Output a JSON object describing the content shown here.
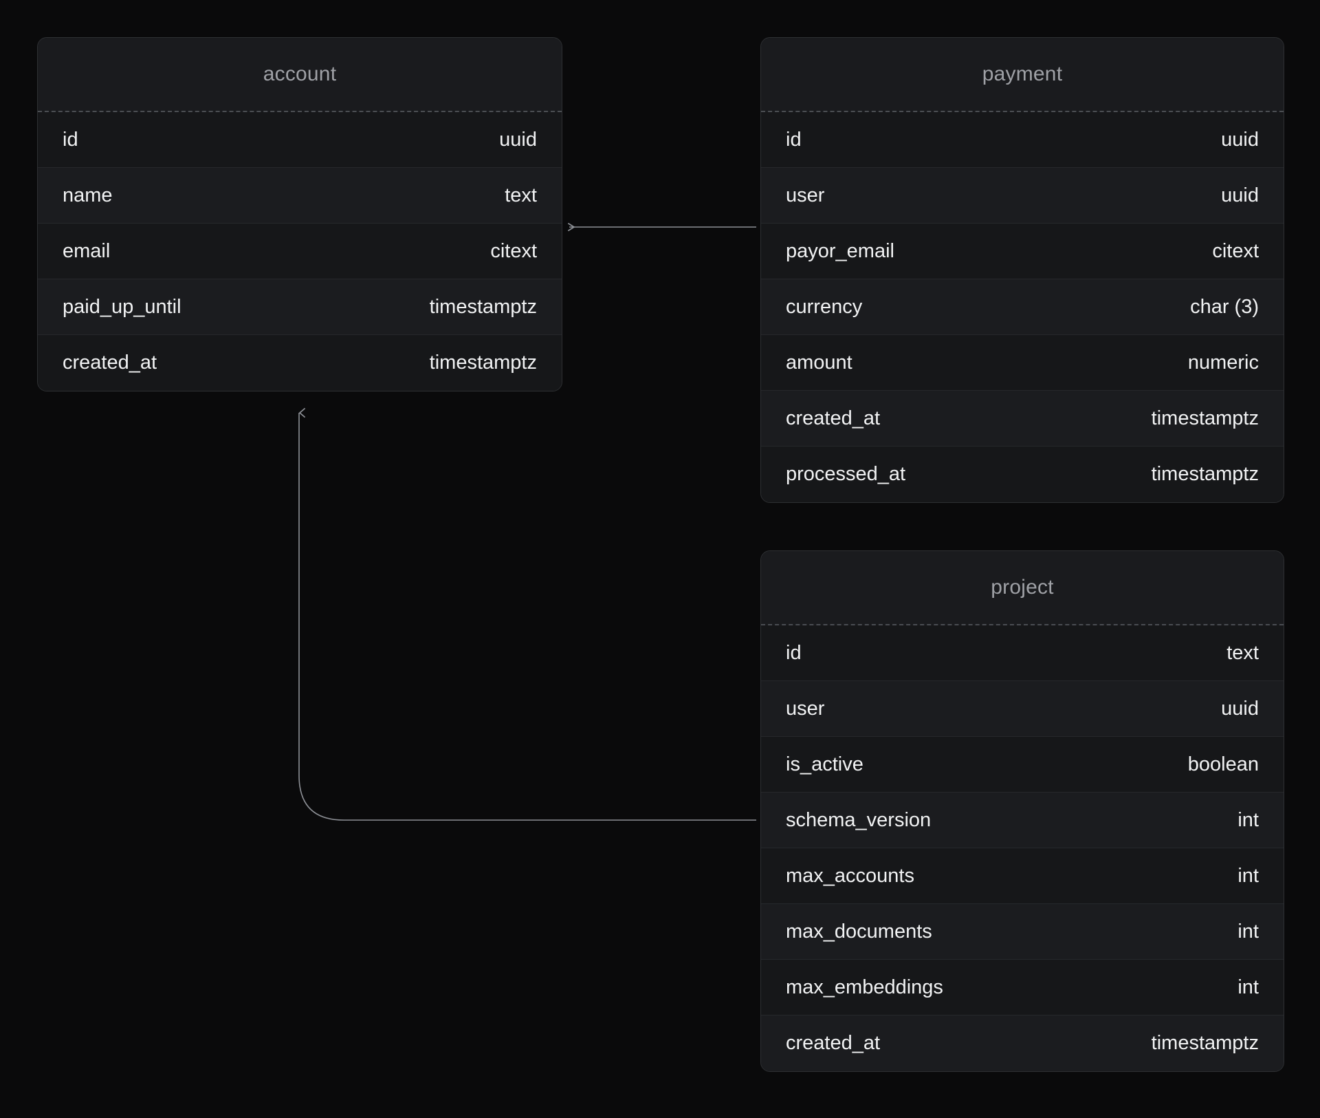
{
  "diagram": {
    "title": "database-schema",
    "background_color": "#0a0a0b",
    "entity_border_color": "#2e3033",
    "header_text_color": "#9fa1a6",
    "field_text_color": "#f2f3f4",
    "edge_color": "#8d9096"
  },
  "entities": [
    {
      "name": "account",
      "fields": [
        {
          "name": "id",
          "type": "uuid"
        },
        {
          "name": "name",
          "type": "text"
        },
        {
          "name": "email",
          "type": "citext"
        },
        {
          "name": "paid_up_until",
          "type": "timestamptz"
        },
        {
          "name": "created_at",
          "type": "timestamptz"
        }
      ]
    },
    {
      "name": "payment",
      "fields": [
        {
          "name": "id",
          "type": "uuid"
        },
        {
          "name": "user",
          "type": "uuid"
        },
        {
          "name": "payor_email",
          "type": "citext"
        },
        {
          "name": "currency",
          "type": "char (3)"
        },
        {
          "name": "amount",
          "type": "numeric"
        },
        {
          "name": "created_at",
          "type": "timestamptz"
        },
        {
          "name": "processed_at",
          "type": "timestamptz"
        }
      ]
    },
    {
      "name": "project",
      "fields": [
        {
          "name": "id",
          "type": "text"
        },
        {
          "name": "user",
          "type": "uuid"
        },
        {
          "name": "is_active",
          "type": "boolean"
        },
        {
          "name": "schema_version",
          "type": "int"
        },
        {
          "name": "max_accounts",
          "type": "int"
        },
        {
          "name": "max_documents",
          "type": "int"
        },
        {
          "name": "max_embeddings",
          "type": "int"
        },
        {
          "name": "created_at",
          "type": "timestamptz"
        }
      ]
    }
  ],
  "relationships": [
    {
      "from": "payment",
      "to": "account",
      "label": ""
    },
    {
      "from": "project",
      "to": "account",
      "label": ""
    }
  ]
}
